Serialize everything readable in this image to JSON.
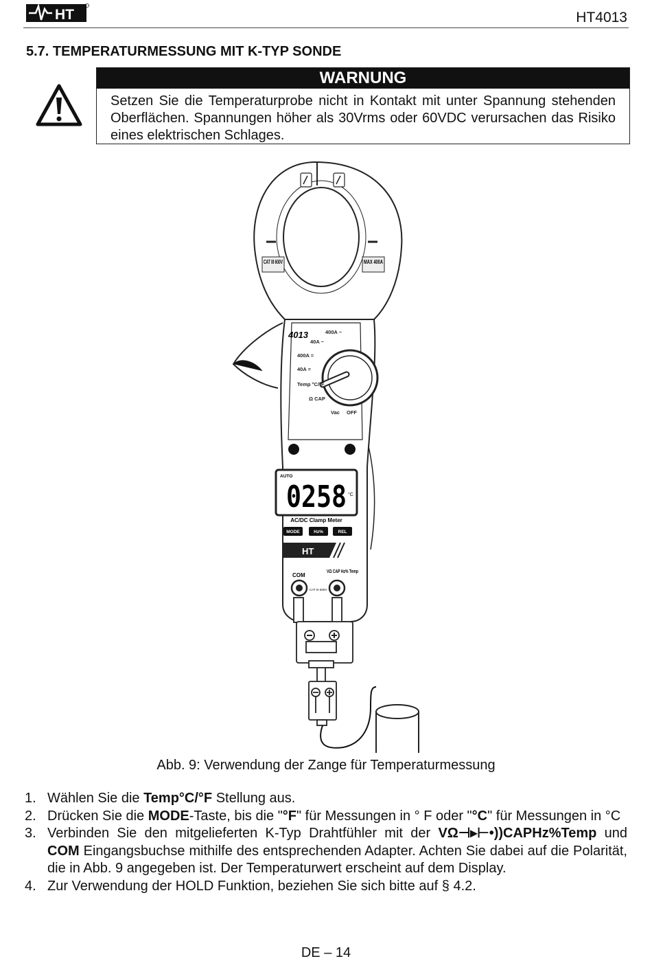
{
  "header": {
    "logo": "HT",
    "model": "HT4013"
  },
  "section": {
    "title": "5.7.  TEMPERATURMESSUNG MIT K-TYP SONDE"
  },
  "warning": {
    "heading": "WARNUNG",
    "text": "Setzen Sie die Temperaturprobe nicht in Kontakt mit unter Spannung stehenden Oberflächen. Spannungen höher als 30Vrms oder 60VDC verursachen das Risiko eines elektrischen Schlages."
  },
  "figure": {
    "cat_label": "CAT III 600V",
    "max_label": "MAX 400A",
    "brand": "HT",
    "model_label": "4013",
    "dial_labels": [
      "400A ~",
      "40A ~",
      "400A =",
      "40A =",
      "Temp °C/°F",
      "Ω CAP",
      "Vac",
      "OFF"
    ],
    "display_mode": "AUTO",
    "display_value": "0258",
    "display_unit": "°C",
    "meter_name": "AC/DC Clamp Meter",
    "buttons": [
      "MODE",
      "Hz%",
      "REL"
    ],
    "jack_com": "COM",
    "jack_v": "VΩ CAP Hz% Temp",
    "jack_rating": "CAT III 600V"
  },
  "caption": "Abb. 9: Verwendung der Zange für Temperaturmessung",
  "steps": [
    {
      "num": "1.",
      "parts": [
        {
          "t": "Wählen Sie die "
        },
        {
          "t": "Temp°C/°F",
          "b": true
        },
        {
          "t": " Stellung aus."
        }
      ]
    },
    {
      "num": "2.",
      "parts": [
        {
          "t": "Drücken Sie die "
        },
        {
          "t": "MODE",
          "b": true
        },
        {
          "t": "-Taste, bis die \""
        },
        {
          "t": "°F",
          "b": true
        },
        {
          "t": "\" für Messungen in ° F oder \""
        },
        {
          "t": "°C",
          "b": true
        },
        {
          "t": "\" für Messungen in °C"
        }
      ]
    },
    {
      "num": "3.",
      "parts": [
        {
          "t": "Verbinden Sie den mitgelieferten K-Typ Drahtfühler mit der "
        },
        {
          "t": "VΩ⊣▸⊢•))CAPHz%Temp",
          "b": true
        },
        {
          "t": " und "
        },
        {
          "t": "COM",
          "b": true
        },
        {
          "t": " Eingangsbuchse mithilfe des entsprechenden Adapter. Achten Sie dabei auf die Polarität, die in Abb. 9 angegeben ist. Der Temperaturwert erscheint auf dem Display."
        }
      ]
    },
    {
      "num": "4.",
      "parts": [
        {
          "t": "Zur Verwendung der HOLD Funktion, beziehen Sie sich bitte auf § 4.2."
        }
      ]
    }
  ],
  "footer": "DE – 14"
}
